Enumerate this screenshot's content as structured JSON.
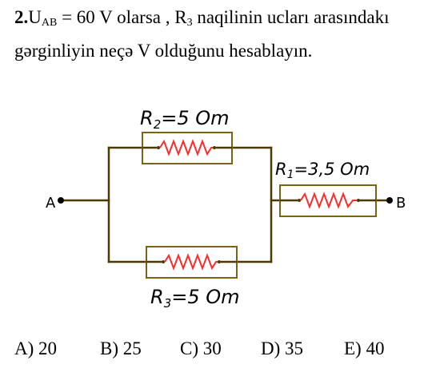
{
  "question": {
    "number": "2.",
    "u_letter": "U",
    "u_sub": "AB",
    "text_a": " = 60 V olarsa , R",
    "r_sub": "3",
    "text_b": " naqilinin ucları arasındakı gərginliyin neçə V olduğunu hesablayın."
  },
  "circuit": {
    "r2": {
      "letter": "R",
      "sub": "2",
      "value": "=5 Om"
    },
    "r1": {
      "letter": "R",
      "sub": "1",
      "value": "=3,5 Om"
    },
    "r3": {
      "letter": "R",
      "sub": "3",
      "value": "=5 Om"
    },
    "terminal_a": "A",
    "terminal_b": "B",
    "colors": {
      "wire": "#4a3a00",
      "resistor_border": "#7a6414",
      "resistor_fill": "#ffffff",
      "zigzag": "#ff2a2a"
    }
  },
  "answers": [
    {
      "label": "A) 20"
    },
    {
      "label": "B) 25"
    },
    {
      "label": "C) 30"
    },
    {
      "label": "D) 35"
    },
    {
      "label": "E) 40"
    }
  ]
}
